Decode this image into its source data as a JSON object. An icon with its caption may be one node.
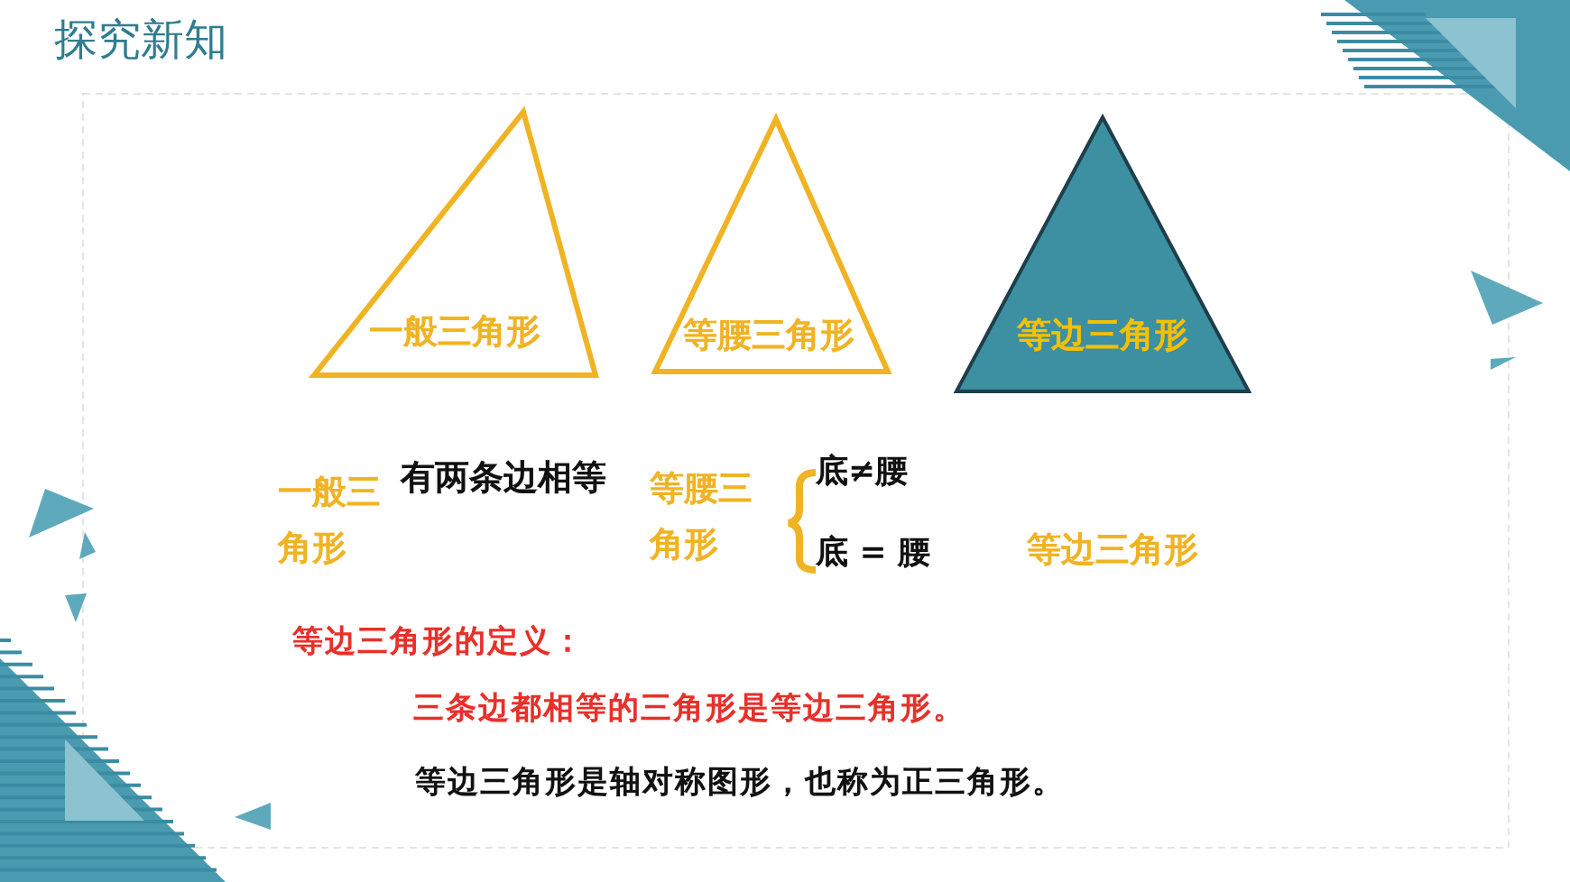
{
  "diagram": {
    "title": "探究新知",
    "nodes": [
      {
        "text": [
          "一般三角形"
        ]
      },
      {
        "text": [
          "等腰三角形"
        ]
      },
      {
        "text": [
          "等边三角形"
        ]
      }
    ],
    "labels": [
      "一般三角形",
      "有两条边相等",
      "等腰三角形",
      "底≠腰",
      "底 = 腰",
      "等边三角形",
      "等边三角形的定义：",
      "三条边都相等的三角形是等边三角形。",
      "等边三角形是轴对称图形，也称为正三角形。"
    ]
  }
}
